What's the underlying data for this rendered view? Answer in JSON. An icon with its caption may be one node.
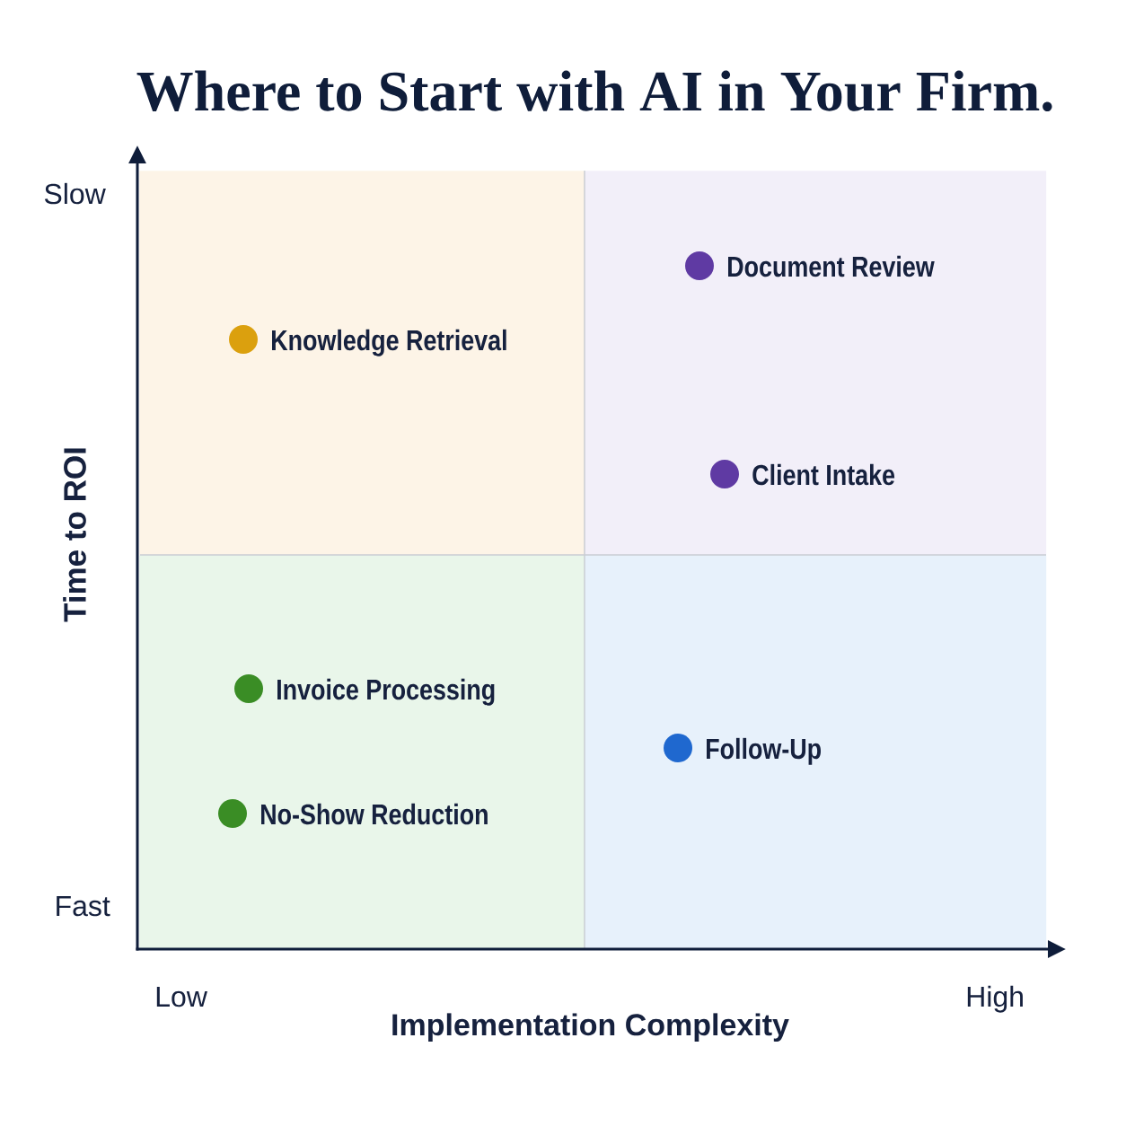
{
  "diagram": {
    "title": "Where to Start with AI in Your Firm.",
    "nodes": [
      {
        "text": [],
        "shape": "box"
      },
      {
        "text": [],
        "shape": "box"
      },
      {
        "text": [],
        "shape": "box"
      },
      {
        "text": [],
        "shape": "box"
      },
      {
        "text": [
          "Document Review"
        ],
        "in": 1
      },
      {
        "text": [
          "Knowledge Retrieval"
        ],
        "in": 0
      },
      {
        "text": [
          "Client Intake"
        ],
        "in": 1
      },
      {
        "text": [
          "Invoice Processing"
        ],
        "in": 2
      },
      {
        "text": [
          "Follow-Up"
        ],
        "in": 3
      },
      {
        "text": [
          "No-Show Reduction"
        ],
        "in": 2
      }
    ],
    "labels": [
      "Slow",
      "Time to ROI",
      "Fast",
      "Low",
      "High",
      "Implementation Complexity"
    ]
  }
}
